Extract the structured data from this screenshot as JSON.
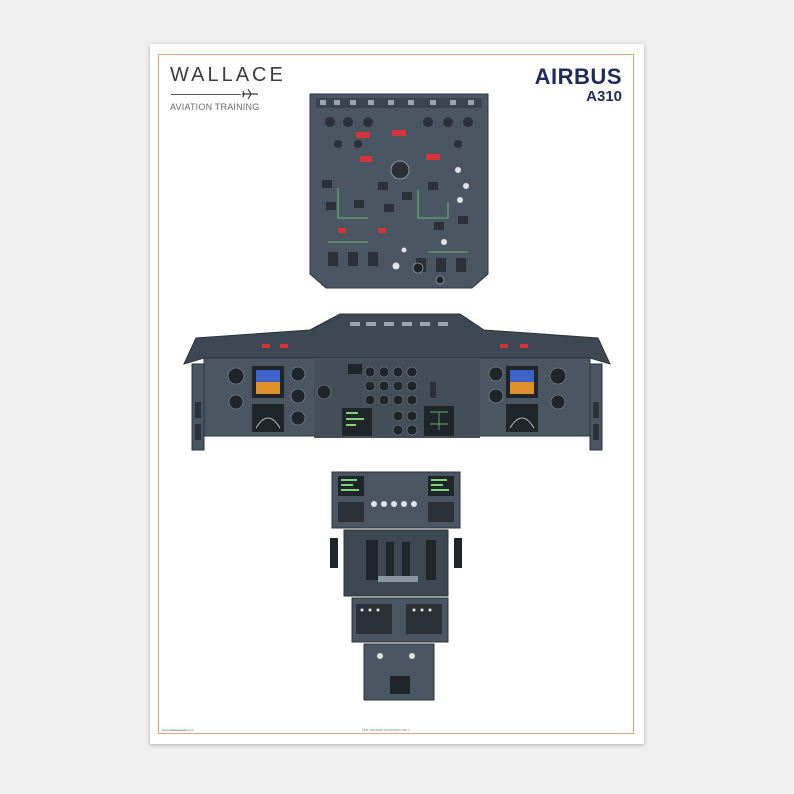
{
  "brand": {
    "name": "WALLACE",
    "subtitle": "AVIATION TRAINING"
  },
  "aircraft": {
    "manufacturer": "AIRBUS",
    "model": "A310"
  },
  "footer": {
    "website": "www.wallaceaviation.co",
    "note": "FOR TRAINING PURPOSES ONLY"
  },
  "colors": {
    "panel": "#4a5661",
    "panel_dark": "#323b44",
    "frame_border": "#d9a57e",
    "brand_navy": "#1f2a5e",
    "warning_red": "#d6333a",
    "attitude_sky": "#3d63c9",
    "attitude_ground": "#e0902a",
    "display_green": "#7fd37a"
  },
  "icons": [
    "airplane-icon"
  ]
}
